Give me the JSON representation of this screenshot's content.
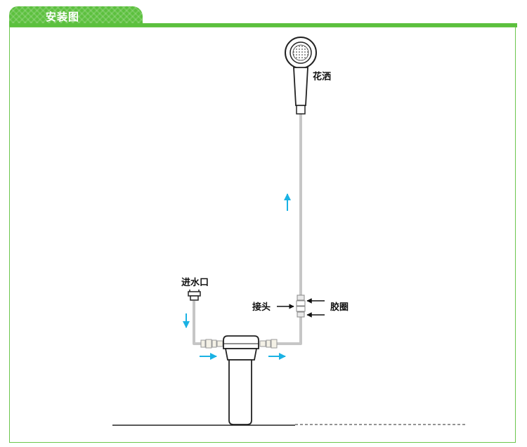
{
  "header": {
    "title": "安装图"
  },
  "labels": {
    "shower": "花洒",
    "inlet": "进水口",
    "connector": "接头",
    "gasket": "胶圈"
  },
  "colors": {
    "accent_green": "#5cc03e",
    "pipe_gray": "#c6c6c6",
    "flow_arrow": "#1ab2e4"
  }
}
